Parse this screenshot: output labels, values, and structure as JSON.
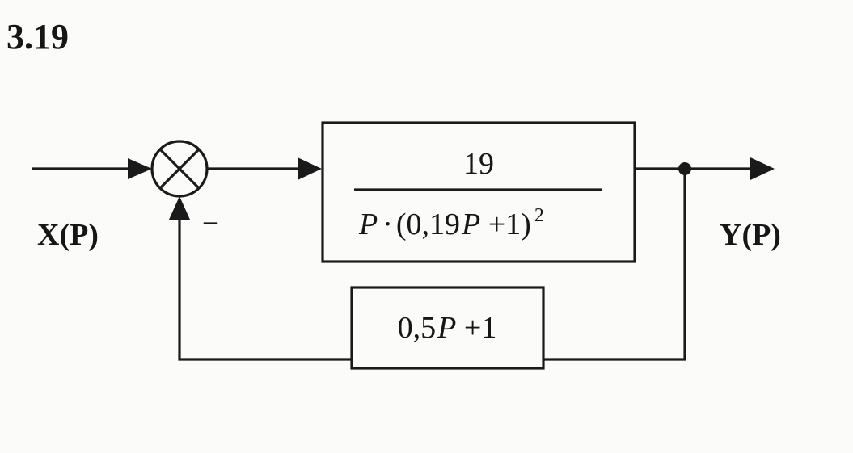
{
  "problem": {
    "number": "3.19"
  },
  "signals": {
    "input": "X(P)",
    "output": "Y(P)"
  },
  "summing_junction": {
    "feedback_sign": "–"
  },
  "forward_block": {
    "numerator": "19",
    "denominator": {
      "var": "P",
      "dot": "·",
      "open": "(0,19",
      "var2": "P",
      "plus_one": " +1)",
      "exponent": "2"
    }
  },
  "feedback_block": {
    "lead": "0,5",
    "var": "P",
    "tail": " +1"
  },
  "colors": {
    "ink": "#1a1a1a",
    "paper": "#fbfbf9"
  }
}
